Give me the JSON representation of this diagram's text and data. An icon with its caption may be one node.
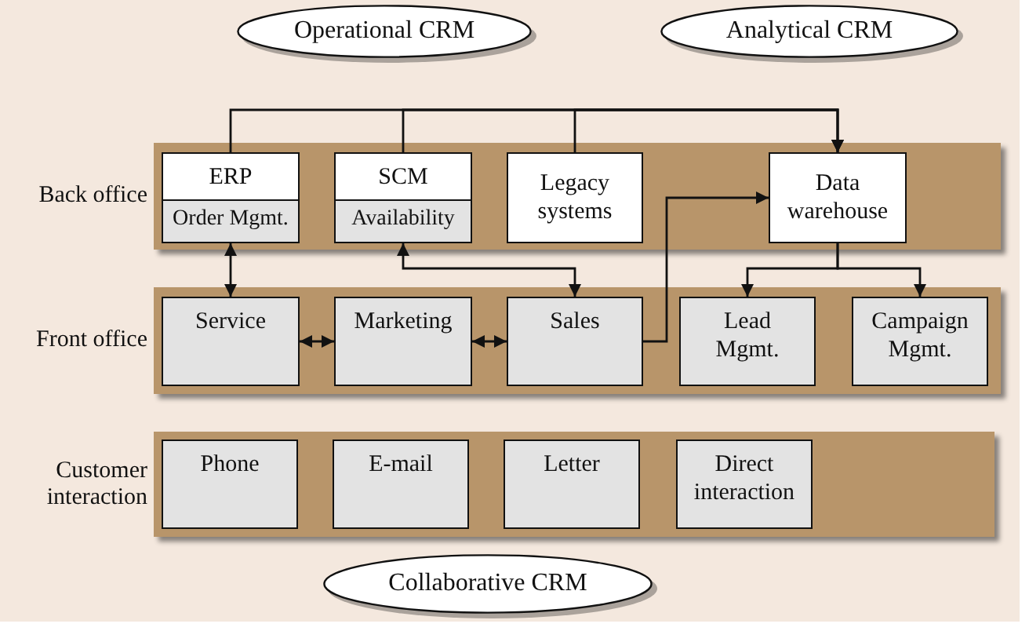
{
  "diagram": {
    "nodes": [
      {
        "text": [
          "Operational CRM"
        ]
      },
      {
        "text": [
          "Analytical CRM"
        ]
      },
      {
        "text": [
          "Back office"
        ]
      },
      {
        "text": [
          "ERP",
          "Order Mgmt."
        ],
        "in": 2
      },
      {
        "text": [
          "SCM",
          "Availability"
        ],
        "in": 2
      },
      {
        "text": [
          "Legacy systems"
        ],
        "in": 2
      },
      {
        "text": [
          "Data warehouse"
        ],
        "in": 2
      },
      {
        "text": [
          "Front office"
        ]
      },
      {
        "text": [
          "Service"
        ],
        "in": 7
      },
      {
        "text": [
          "Marketing"
        ],
        "in": 7
      },
      {
        "text": [
          "Sales"
        ],
        "in": 7
      },
      {
        "text": [
          "Lead Mgmt."
        ],
        "in": 7
      },
      {
        "text": [
          "Campaign Mgmt."
        ],
        "in": 7
      },
      {
        "text": [
          "Customer interaction"
        ]
      },
      {
        "text": [
          "Phone"
        ],
        "in": 13
      },
      {
        "text": [
          "E-mail"
        ],
        "in": 13
      },
      {
        "text": [
          "Letter"
        ],
        "in": 13
      },
      {
        "text": [
          "Direct interaction"
        ],
        "in": 13
      },
      {
        "text": [
          "Collaborative CRM"
        ]
      }
    ],
    "edges": [
      {
        "from": 3,
        "to": 6,
        "arrow": "to"
      },
      {
        "from": 4,
        "to": 6,
        "arrow": "to"
      },
      {
        "from": 5,
        "to": 6,
        "arrow": "to"
      },
      {
        "from": 8,
        "to": 3,
        "arrow": "both"
      },
      {
        "from": 10,
        "to": 4,
        "arrow": "both"
      },
      {
        "from": 8,
        "to": 9,
        "arrow": "both"
      },
      {
        "from": 9,
        "to": 10,
        "arrow": "both"
      },
      {
        "from": 10,
        "to": 6,
        "arrow": "to"
      },
      {
        "from": 6,
        "to": 11,
        "arrow": "to"
      },
      {
        "from": 6,
        "to": 12,
        "arrow": "to"
      }
    ]
  }
}
